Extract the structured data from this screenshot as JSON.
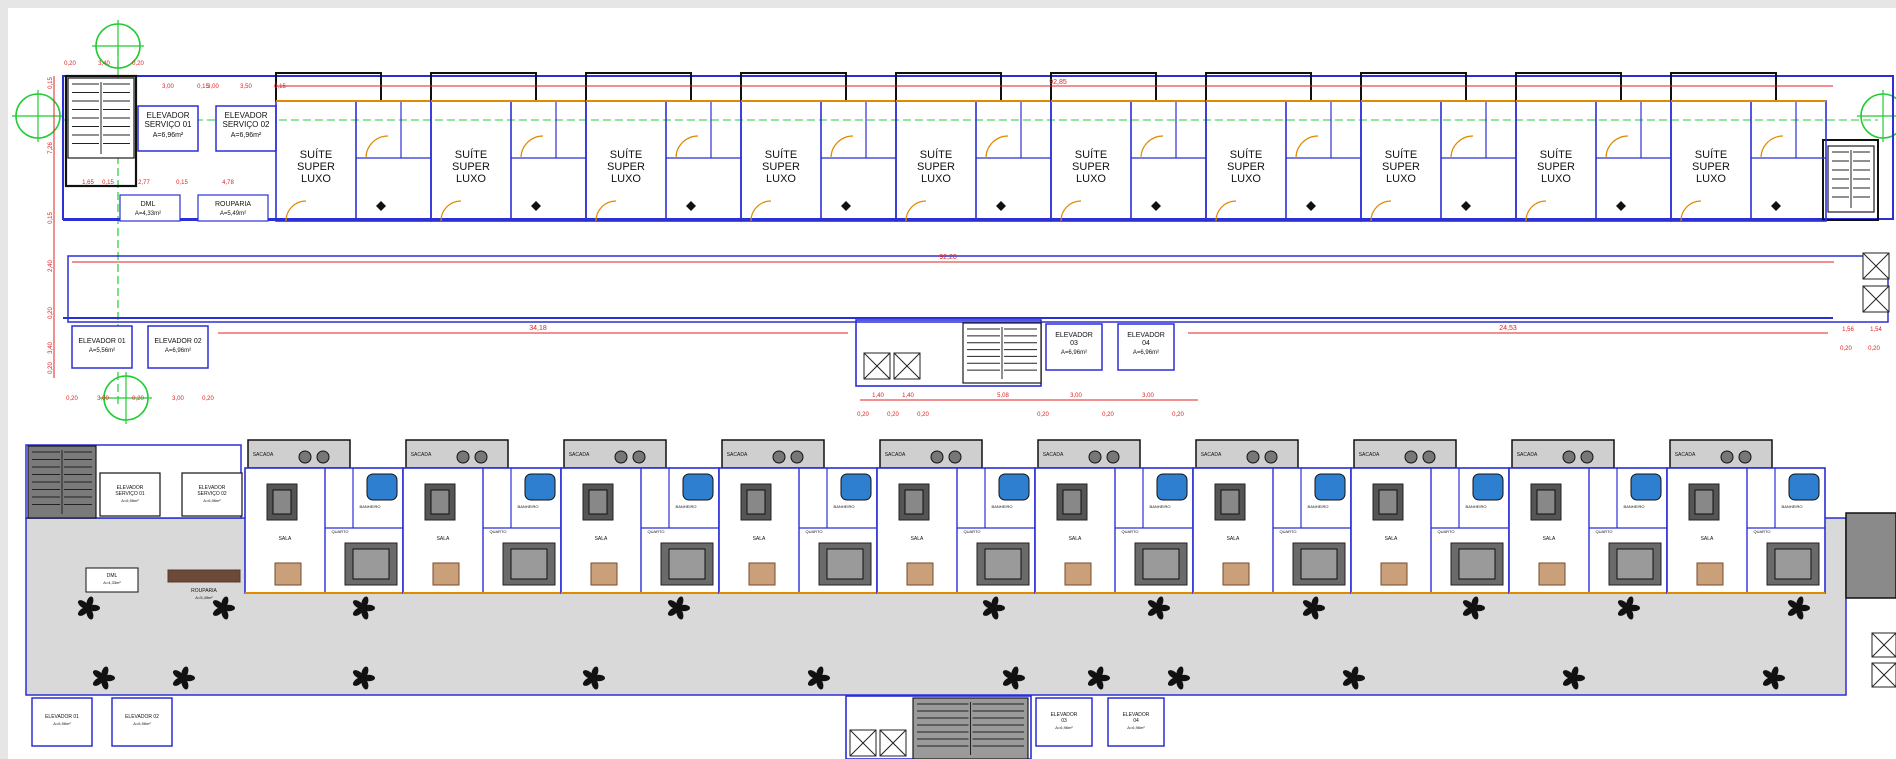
{
  "plan_top": {
    "suite_label_lines": [
      "SUÍTE",
      "SUPER",
      "LUXO"
    ],
    "suite_count": 10,
    "elevators_top_left": [
      {
        "lines": [
          "ELEVADOR",
          "SERVIÇO 01"
        ],
        "area": "A=6,96m²"
      },
      {
        "lines": [
          "ELEVADOR",
          "SERVIÇO 02"
        ],
        "area": "A=6,96m²"
      }
    ],
    "dml": {
      "lines": [
        "DML"
      ],
      "area": "A=4,33m²"
    },
    "rouparia": {
      "lines": [
        "ROUPARIA"
      ],
      "area": "A=5,49m²"
    },
    "elevators_bottom_left": [
      {
        "lines": [
          "ELEVADOR 01"
        ],
        "area": "A=5,56m²"
      },
      {
        "lines": [
          "ELEVADOR 02"
        ],
        "area": "A=6,96m²"
      }
    ],
    "elevators_bottom_center": [
      {
        "lines": [
          "ELEVADOR",
          "03"
        ],
        "area": "A=6,96m²"
      },
      {
        "lines": [
          "ELEVADOR",
          "04"
        ],
        "area": "A=6,96m²"
      }
    ],
    "dimensions": {
      "overall_top": "92,85",
      "corridor": "92,20",
      "left_run": "34,18",
      "right_run": "24,53",
      "left_small": [
        "0,20",
        "3,40",
        "0,20"
      ],
      "left_vertical": [
        "0,15",
        "7,26",
        "0,15",
        "2,40",
        "0,20",
        "3,40",
        "0,20"
      ],
      "service_row": [
        "3,00",
        "0,15",
        "3,00",
        "3,50",
        "0,15"
      ],
      "dml_row": [
        "1,65",
        "0,15",
        "2,77",
        "0,15",
        "4,78"
      ],
      "bottom_left_row": [
        "0,20",
        "3,00",
        "0,20",
        "3,00",
        "0,20"
      ],
      "bottom_center_row": [
        "1,40",
        "1,40",
        "5,08",
        "3,00",
        "3,00"
      ],
      "bottom_center_offsets": [
        "0,20",
        "0,20",
        "0,20",
        "0,20",
        "0,20",
        "0,20"
      ],
      "right_edge": [
        "1,56",
        "1,54",
        "0,20",
        "0,20"
      ]
    }
  },
  "plan_bottom": {
    "unit_labels": {
      "balcony": "SACADA",
      "bathroom": "BANHEIRO",
      "bedroom": "QUARTO",
      "living": "SALA"
    },
    "unit_count": 10,
    "service_elevators": [
      {
        "lines": [
          "ELEVADOR",
          "SERVIÇO 01"
        ],
        "area": "A=6,96m²"
      },
      {
        "lines": [
          "ELEVADOR",
          "SERVIÇO 02"
        ],
        "area": "A=6,96m²"
      }
    ],
    "dml": {
      "lines": [
        "DML"
      ],
      "area": "A=4,33m²"
    },
    "rouparia": {
      "lines": [
        "ROUPARIA"
      ],
      "area": "A=5,49m²"
    },
    "elevators_bottom_left": [
      {
        "lines": [
          "ELEVADOR 01"
        ],
        "area": "A=6,96m²"
      },
      {
        "lines": [
          "ELEVADOR 02"
        ],
        "area": "A=6,96m²"
      }
    ],
    "elevators_bottom_center": [
      {
        "lines": [
          "ELEVADOR",
          "03"
        ],
        "area": "A=6,96m²"
      },
      {
        "lines": [
          "ELEVADOR",
          "04"
        ],
        "area": "A=6,96m²"
      }
    ]
  },
  "colors": {
    "wall": "#2b2fd6",
    "wall_dark": "#1a1a1a",
    "dimension": "#e02020",
    "axis": "#22cc33",
    "door": "#e08a00",
    "corridor_fill": "#d9d9d9",
    "balcony_fill": "#cfcfcf",
    "stair_fill": "#8a8a8a"
  }
}
